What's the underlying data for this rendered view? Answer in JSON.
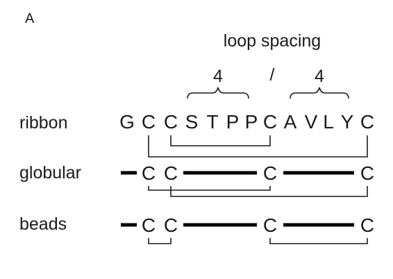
{
  "panel_label": "A",
  "heading": "loop spacing",
  "loop_spacing": {
    "first": "4",
    "separator": "/",
    "second": "4"
  },
  "rows": {
    "ribbon": {
      "label": "ribbon",
      "residues": [
        "G",
        "C",
        "C",
        "S",
        "T",
        "P",
        "P",
        "C",
        "A",
        "V",
        "L",
        "Y",
        "C"
      ]
    },
    "globular": {
      "label": "globular",
      "residues": [
        "C",
        "C",
        "C",
        "C"
      ]
    },
    "beads": {
      "label": "beads",
      "residues": [
        "C",
        "C",
        "C",
        "C"
      ]
    }
  }
}
